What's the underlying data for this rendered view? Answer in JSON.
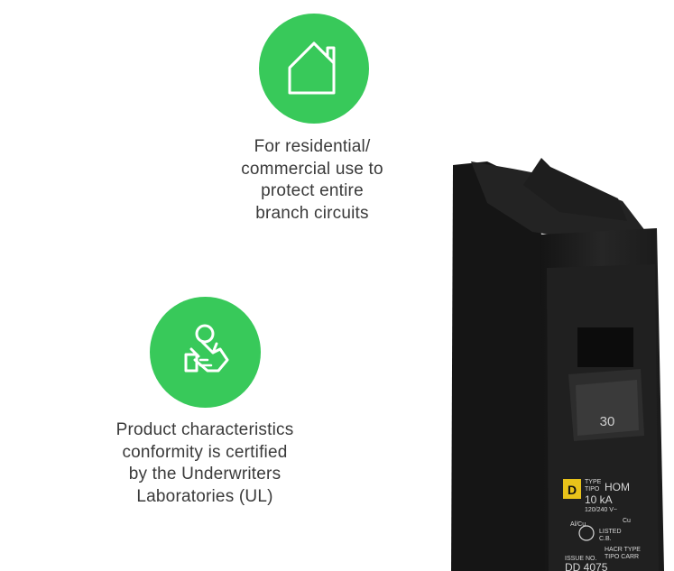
{
  "colors": {
    "badge_green": "#38c95a",
    "icon_stroke": "#ffffff",
    "text": "#3a3a3a",
    "breaker_body": "#1c1c1c",
    "label_yellow": "#e8c21a"
  },
  "features": [
    {
      "icon": "house-icon",
      "lines": [
        "For residential/",
        "commercial use to",
        "protect entire",
        "branch circuits"
      ]
    },
    {
      "icon": "certificate-hand-icon",
      "lines": [
        "Product characteristics",
        "conformity is certified",
        "by the Underwriters",
        "Laboratories (UL)"
      ]
    }
  ],
  "product": {
    "amperage": "30",
    "type_label": "TYPE",
    "tipo_label": "TIPO",
    "series": "HOM",
    "interrupt_rating": "10 kA",
    "voltage": "120/240 V~",
    "wire_al_cu": "Al/Cu",
    "wire_cu": "Cu",
    "listed": "LISTED",
    "cb": "C.B.",
    "hacr_type": "HACR TYPE",
    "tipo_carr": "TIPO CARR",
    "issue_no": "ISSUE NO.",
    "code_partial": "DD 4075"
  }
}
